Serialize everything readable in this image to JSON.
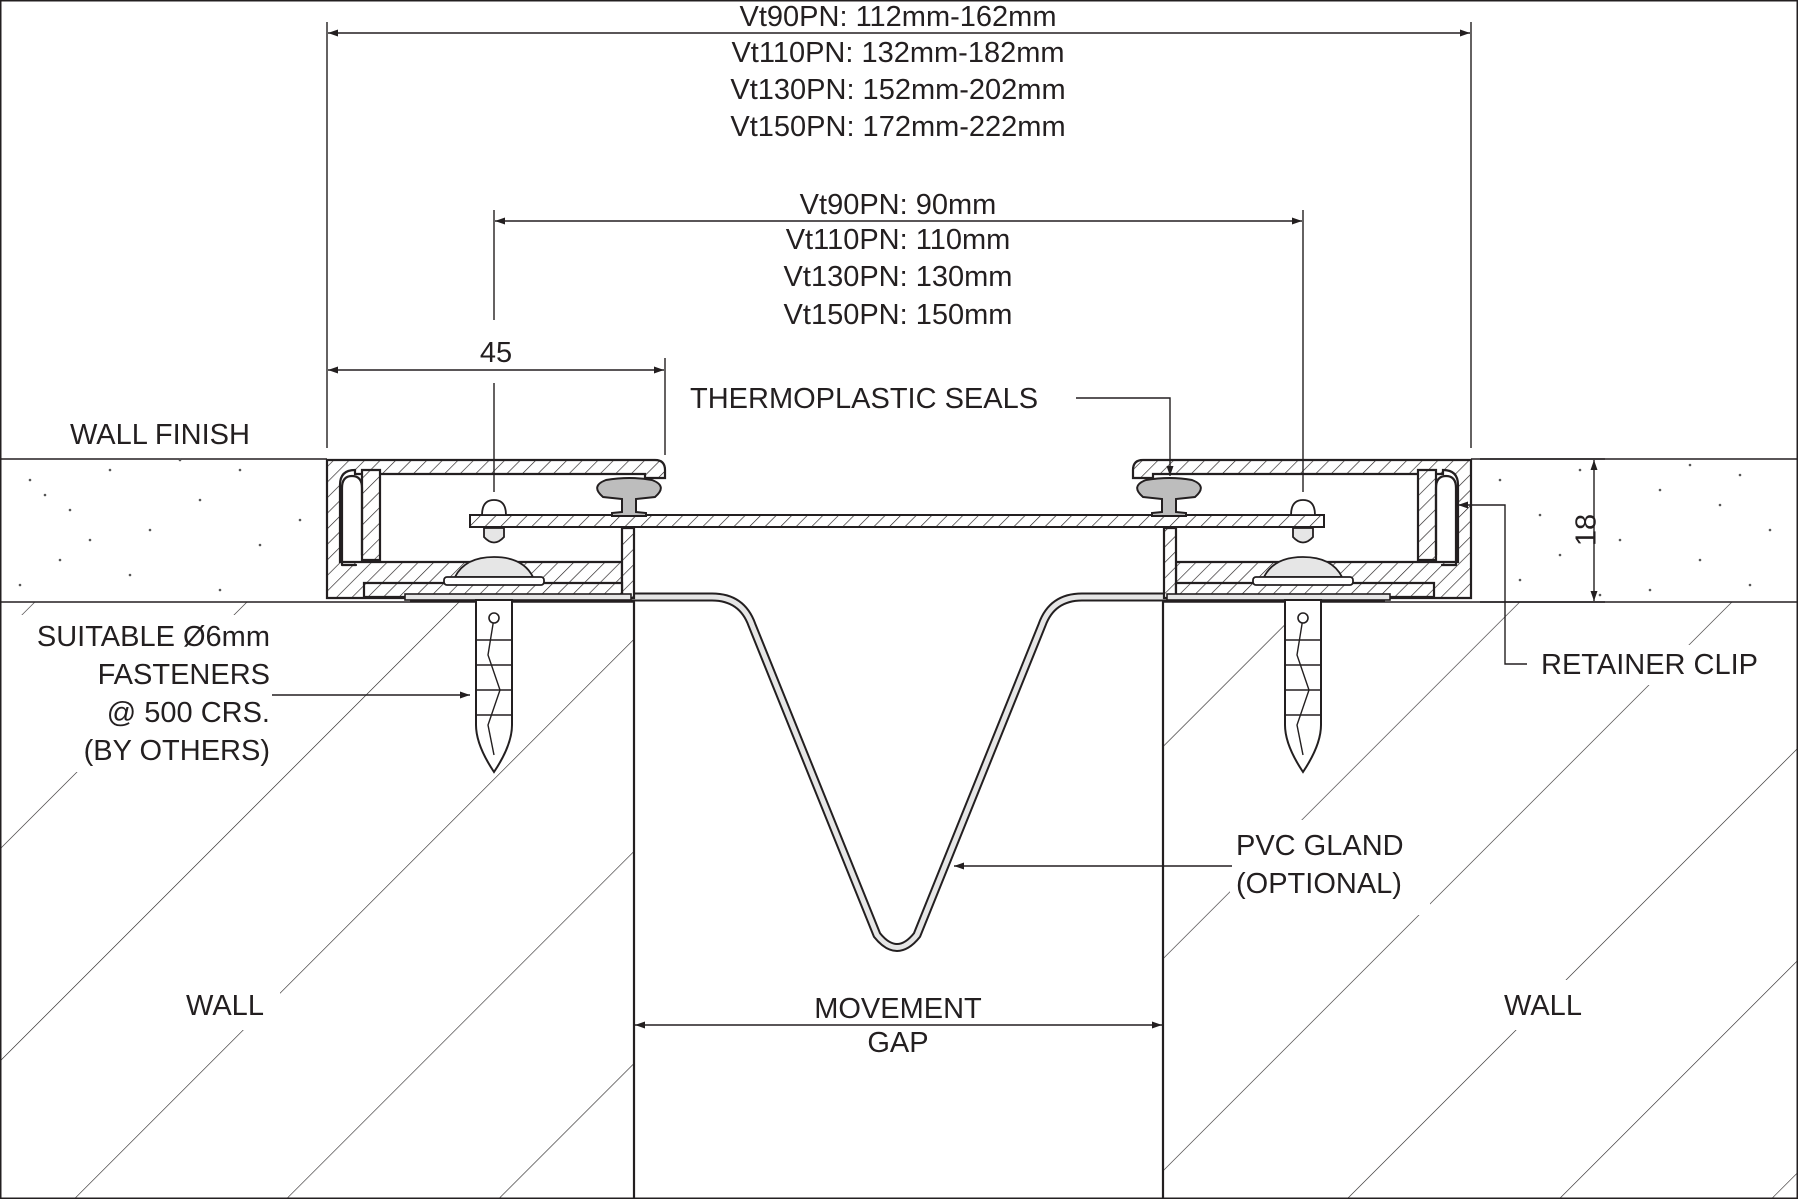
{
  "dimensions": {
    "overall": [
      "Vt90PN: 112mm-162mm",
      "Vt110PN: 132mm-182mm",
      "Vt130PN: 152mm-202mm",
      "Vt150PN: 172mm-222mm"
    ],
    "inner": [
      "Vt90PN: 90mm",
      "Vt110PN: 110mm",
      "Vt130PN: 130mm",
      "Vt150PN: 150mm"
    ],
    "flange": "45",
    "depth": "18"
  },
  "labels": {
    "wall_finish": "WALL FINISH",
    "thermoplastic_seals": "THERMOPLASTIC SEALS",
    "fasteners": [
      "SUITABLE Ø6mm",
      "FASTENERS",
      "@ 500 CRS.",
      "(BY OTHERS)"
    ],
    "retainer_clip": "RETAINER CLIP",
    "pvc_gland": [
      "PVC GLAND",
      "(OPTIONAL)"
    ],
    "wall_left": "WALL",
    "wall_right": "WALL",
    "movement_gap": [
      "MOVEMENT",
      "GAP"
    ]
  }
}
